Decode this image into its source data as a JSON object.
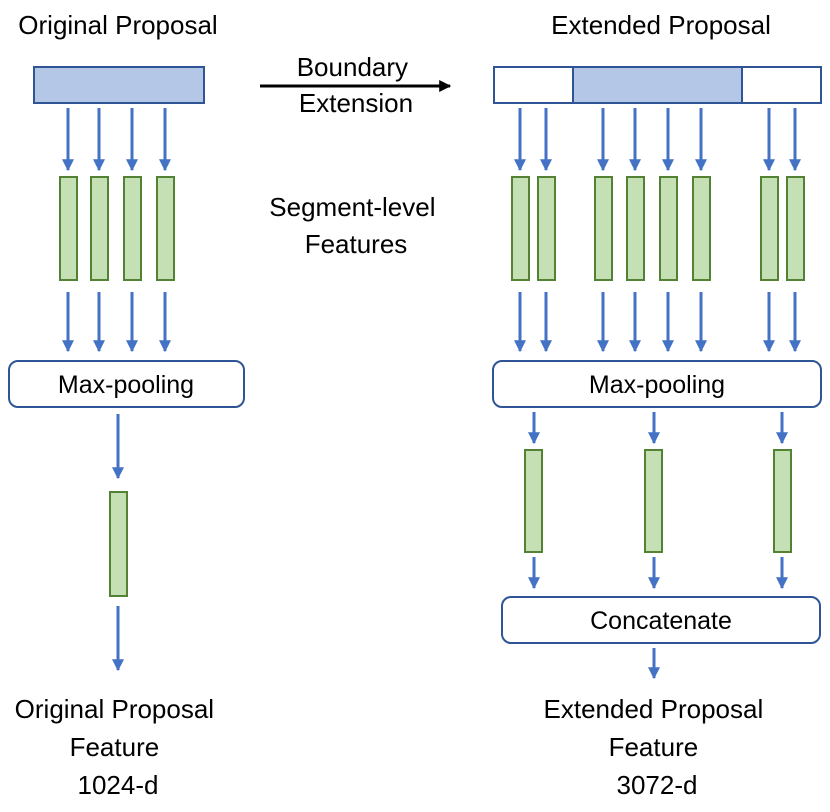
{
  "colors": {
    "arrow": "#4472C4",
    "proposal_fill": "#B4C7E7",
    "proposal_stroke": "#2F5597",
    "feature_fill": "#C5E0B4",
    "feature_stroke": "#548235",
    "box_stroke": "#2F5597"
  },
  "left": {
    "title": "Original Proposal",
    "pool_label": "Max-pooling",
    "output_line1": "Original Proposal",
    "output_line2": "Feature",
    "output_line3": "1024-d"
  },
  "middle": {
    "transform_line1": "Boundary",
    "transform_line2": "Extension",
    "features_line1": "Segment-level",
    "features_line2": "Features"
  },
  "right": {
    "title": "Extended Proposal",
    "pool_label": "Max-pooling",
    "concat_label": "Concatenate",
    "output_line1": "Extended Proposal",
    "output_line2": "Feature",
    "output_line3": "3072-d"
  }
}
